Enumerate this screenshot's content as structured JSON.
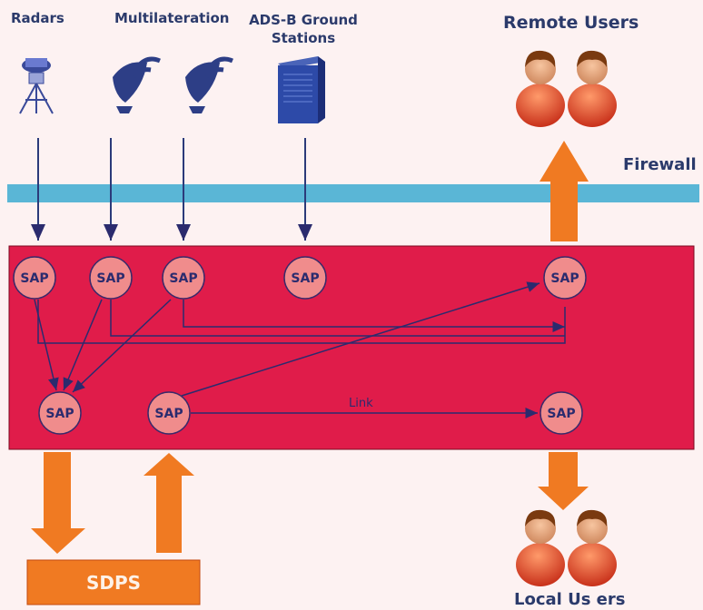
{
  "sources": {
    "radars": "Radars",
    "multilateration": "Multilateration",
    "adsb": "ADS-B Ground\nStations"
  },
  "remote_users": "Remote Users",
  "local_users": "Local Us ers",
  "firewall": "Firewall",
  "sap_label": "SAP",
  "link_label": "Link",
  "sdps_label": "SDPS",
  "colors": {
    "network": "#e01c4a",
    "sap_fill": "#f08c8c",
    "firewall": "#5ab6d6",
    "arrow_orange": "#f07a22",
    "line": "#2b2b6e"
  }
}
